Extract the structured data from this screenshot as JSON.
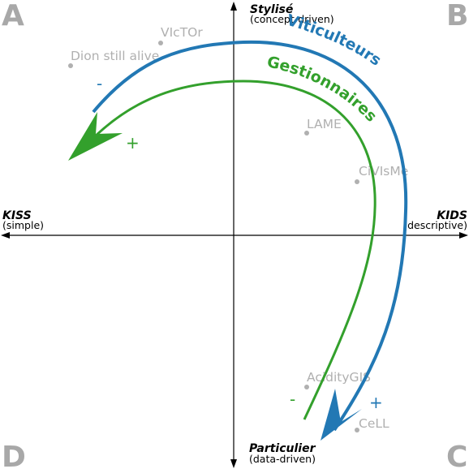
{
  "corners": {
    "top_left": "A",
    "top_right": "B",
    "bottom_left": "D",
    "bottom_right": "C"
  },
  "axes": {
    "top": {
      "title": "Stylisé",
      "subtitle": "(concept-driven)"
    },
    "bottom": {
      "title": "Particulier",
      "subtitle": "(data-driven)"
    },
    "left": {
      "title": "KISS",
      "subtitle": "(simple)"
    },
    "right": {
      "title": "KIDS",
      "subtitle": "(descriptive)"
    }
  },
  "models": [
    {
      "name": "VIcTOr"
    },
    {
      "name": "Dion still alive"
    },
    {
      "name": "LAME"
    },
    {
      "name": "CiVIsMe"
    },
    {
      "name": "AcidityGIS"
    },
    {
      "name": "CeLL"
    }
  ],
  "curves": {
    "viticulteurs": {
      "label": "Viticulteurs",
      "color": "#2278b4",
      "start_sign": "-",
      "end_sign": "+"
    },
    "gestionnaires": {
      "label": "Gestionnaires",
      "color": "#33a02c",
      "start_sign": "-",
      "end_sign": "+"
    }
  }
}
